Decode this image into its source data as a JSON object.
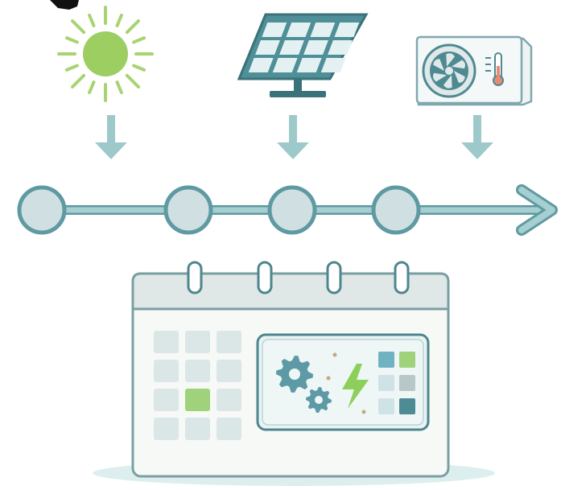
{
  "colors": {
    "sun": "#9cce62",
    "sun_rays": "#a7d470",
    "teal_dark": "#3f7f86",
    "teal_mid": "#5d9ea4",
    "teal_light": "#a8cfd2",
    "arrow": "#9ec9cb",
    "node_fill": "#cfdfe2",
    "node_stroke": "#5f9aa2",
    "line": "#9cc7c9",
    "calendar_body": "#f7f9f6",
    "calendar_header": "#dfe7e7",
    "calendar_cell": "#dbe6e7",
    "calendar_cell_highlight": "#9fd27a",
    "panel_fill": "#eaf3f4",
    "gear": "#5d9aa5",
    "bolt": "#8ccf5a",
    "shadow": "#dbeeee"
  },
  "icons": {
    "sun": "sun-icon",
    "solar_panel": "solar-panel-icon",
    "heat_pump": "heat-pump-icon",
    "gears": "gear-icon",
    "bolt": "lightning-bolt-icon",
    "thermometer": "thermometer-icon",
    "calendar": "calendar-icon"
  },
  "timeline": {
    "nodes": 4,
    "arrowheads": true
  },
  "calendar": {
    "rings": 4,
    "grid_rows": 4,
    "grid_cols": 3,
    "highlight_cell": [
      2,
      1
    ],
    "panel_tiles": [
      [
        "#6fb2c2",
        "#9fd27a"
      ],
      [
        "#cfe3e6",
        "#b8c7c7"
      ],
      [
        "#cfe3e6",
        "#4d8c95"
      ]
    ]
  }
}
